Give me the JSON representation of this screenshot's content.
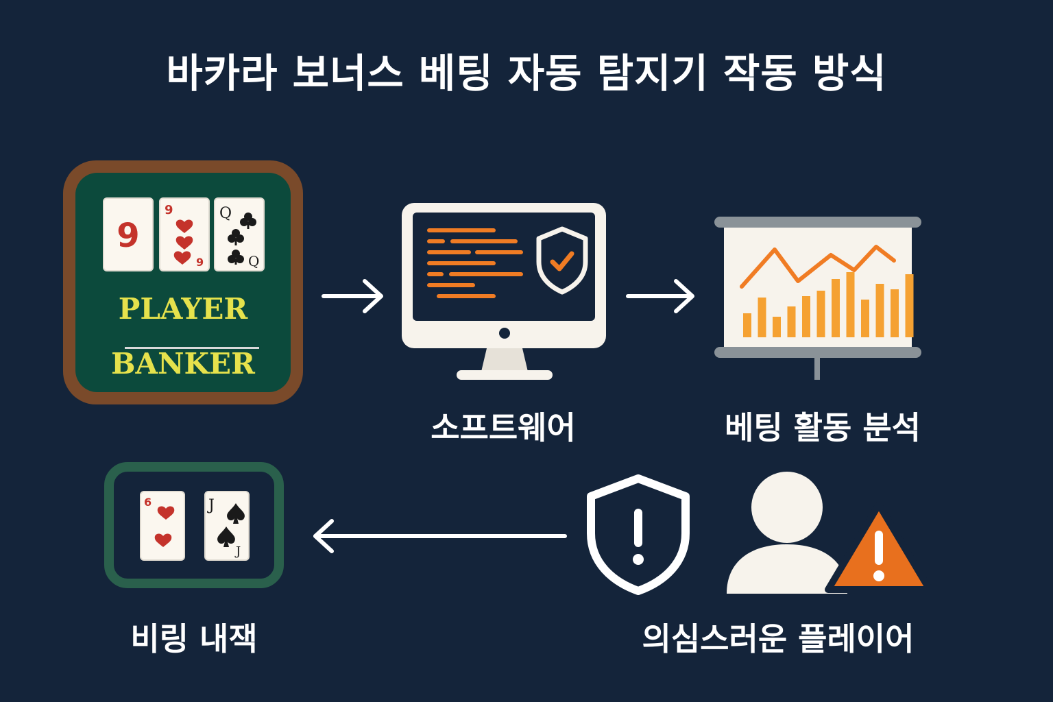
{
  "title": "바카라 보너스 베팅 자동 탐지기 작동 방식",
  "table": {
    "player_label": "PLAYER",
    "banker_label": "BANKER",
    "card1_rank": "9"
  },
  "labels": {
    "software": "소프트웨어",
    "analysis": "베팅 활동 분석",
    "suspicious": "의심스러운 플레이어",
    "betting_pattern": "비링 내잭"
  },
  "colors": {
    "background": "#14243a",
    "accent": "#f07c24",
    "table_green": "#0c4a3c",
    "table_wood": "#7a4a2a",
    "gold_text": "#e6e24c",
    "warning": "#e8701e"
  },
  "icons": {
    "software": "monitor-shield-icon",
    "analysis": "presentation-chart-icon",
    "warning": "shield-exclamation-icon",
    "player": "user-warning-icon"
  },
  "chart_bars": [
    0.35,
    0.58,
    0.3,
    0.45,
    0.6,
    0.68,
    0.85,
    0.95,
    0.55,
    0.78,
    0.7,
    0.92
  ]
}
